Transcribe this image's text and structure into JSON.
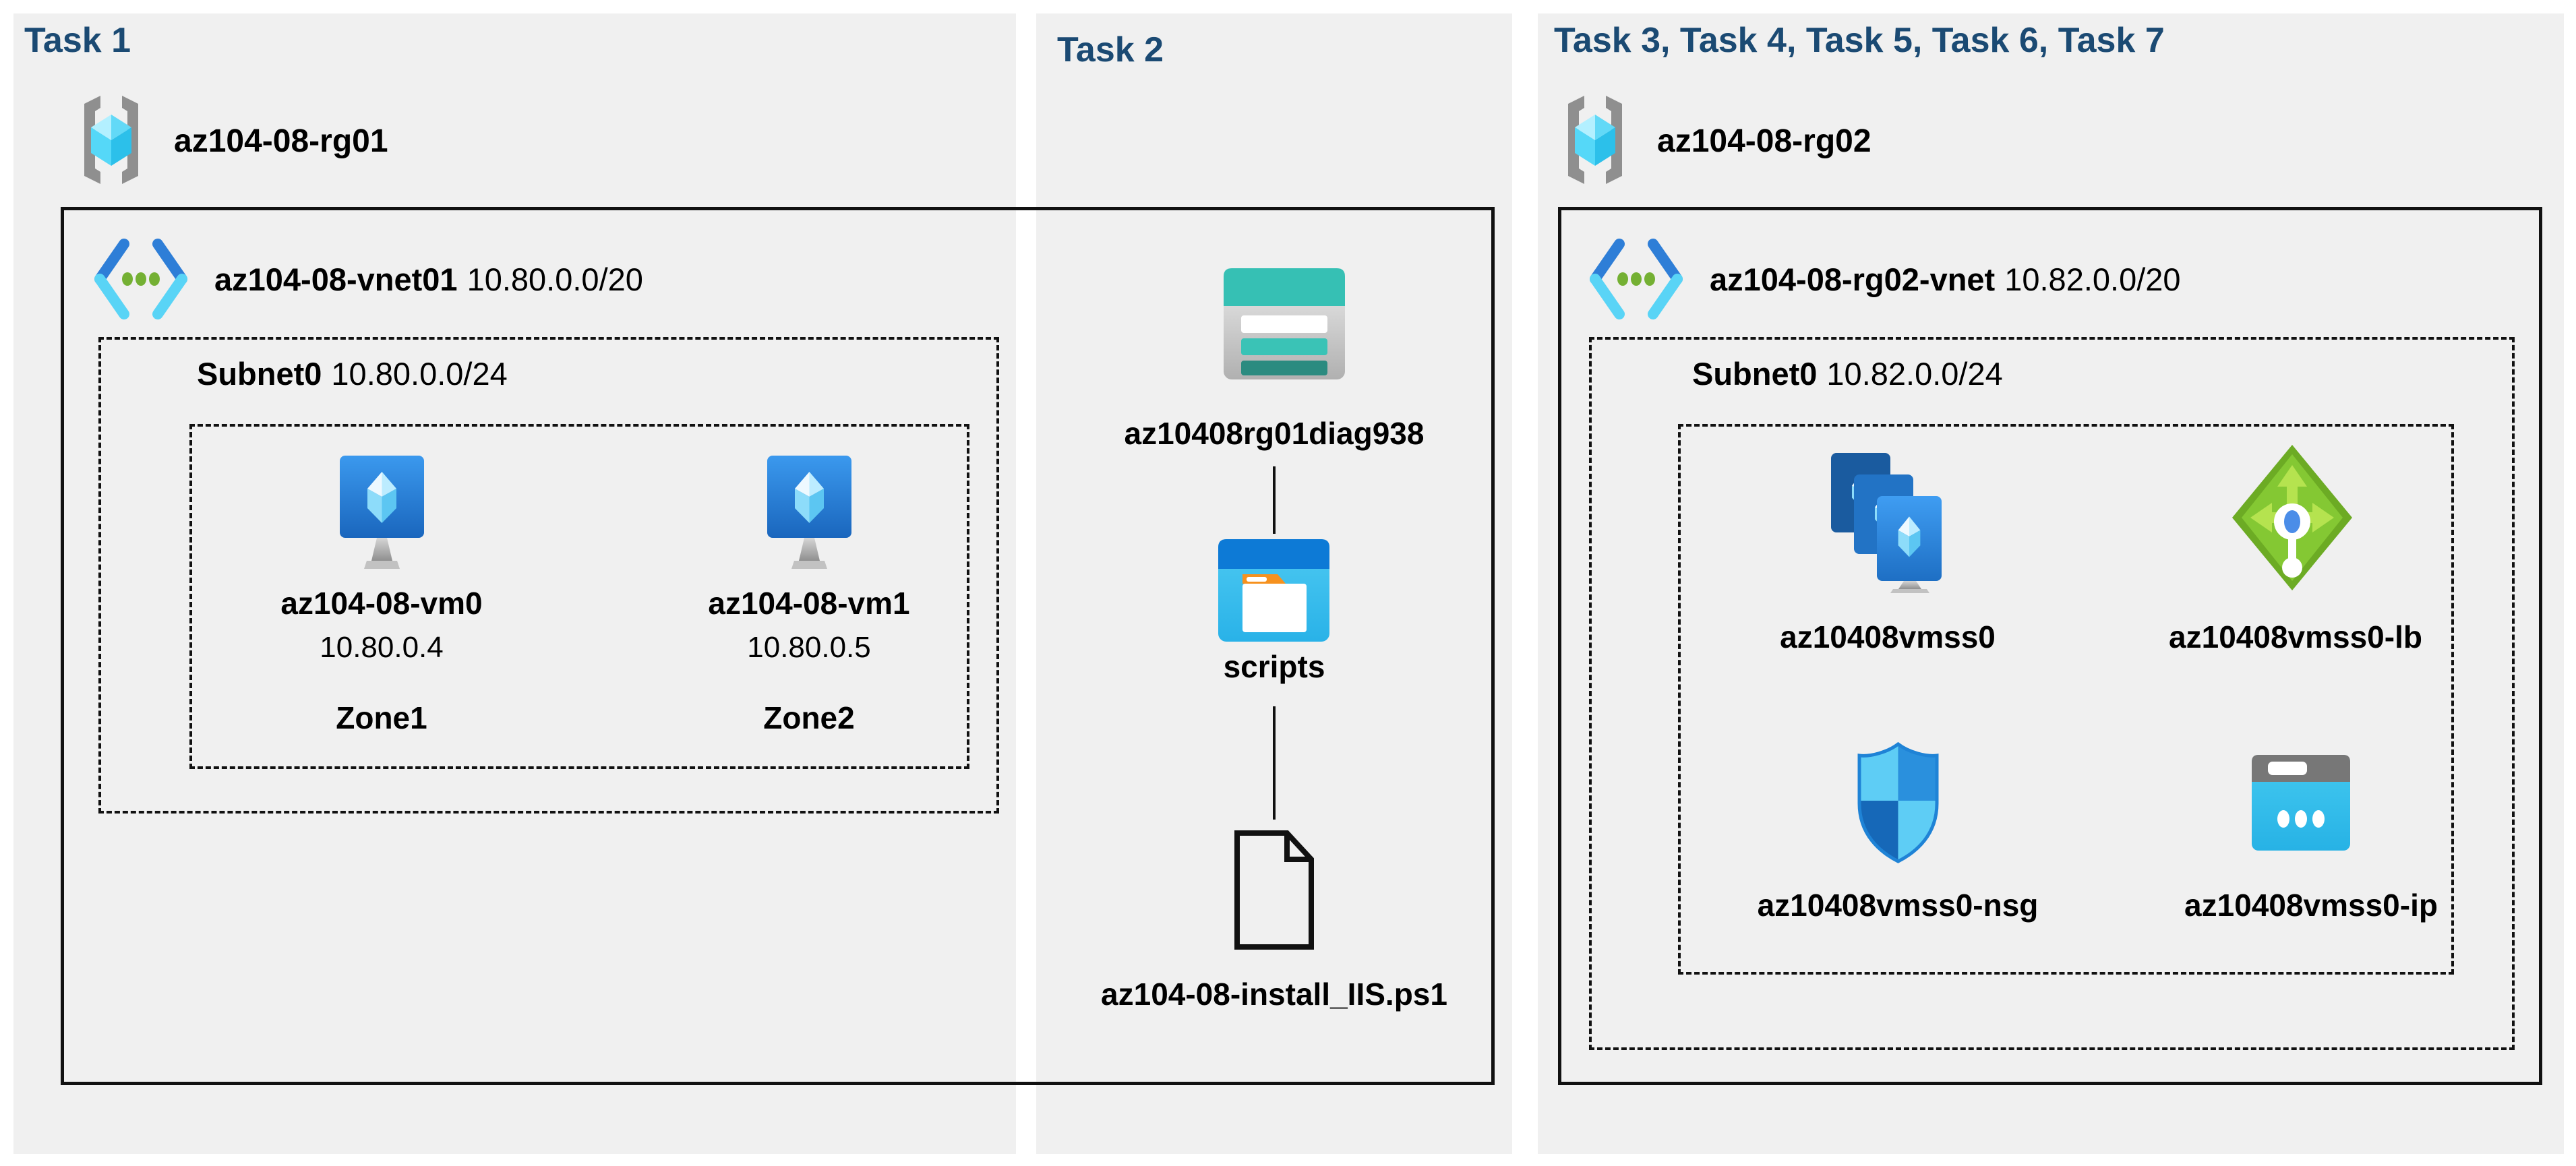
{
  "diagram": {
    "task1": {
      "header": "Task 1",
      "resource_group": "az104-08-rg01",
      "vnet_name": "az104-08-vnet01",
      "vnet_cidr": "10.80.0.0/20",
      "subnet_name": "Subnet0",
      "subnet_cidr": "10.80.0.0/24",
      "vms": [
        {
          "name": "az104-08-vm0",
          "ip": "10.80.0.4",
          "zone": "Zone1"
        },
        {
          "name": "az104-08-vm1",
          "ip": "10.80.0.5",
          "zone": "Zone2"
        }
      ]
    },
    "task2": {
      "header": "Task 2",
      "storage_account": "az10408rg01diag938",
      "container": "scripts",
      "script_file": "az104-08-install_IIS.ps1"
    },
    "task3": {
      "header": "Task 3, Task 4, Task 5, Task 6, Task 7",
      "resource_group": "az104-08-rg02",
      "vnet_name": "az104-08-rg02-vnet",
      "vnet_cidr": "10.82.0.0/20",
      "subnet_name": "Subnet0",
      "subnet_cidr": "10.82.0.0/24",
      "vmss": "az10408vmss0",
      "load_balancer": "az10408vmss0-lb",
      "nsg": "az10408vmss0-nsg",
      "public_ip": "az10408vmss0-ip"
    },
    "colors": {
      "task_header": "#1b4a73",
      "panel_bg": "#f0f0f0",
      "border": "#111111",
      "vnet_blue": "#2e7ed7",
      "vnet_cyan": "#59d4f6",
      "vnet_dot_green": "#74b033",
      "vm_screen_blue": "#2e86dd",
      "storage_teal": "#36c0b4",
      "storage_dark_teal": "#2b8b80",
      "container_blue": "#0d7ad6",
      "folder_orange": "#f6911e",
      "lb_green": "#76b82a",
      "nsg_blue": "#2a90dd",
      "ip_cyan": "#35c3ee",
      "bracket_gray": "#8f8f8f"
    }
  }
}
